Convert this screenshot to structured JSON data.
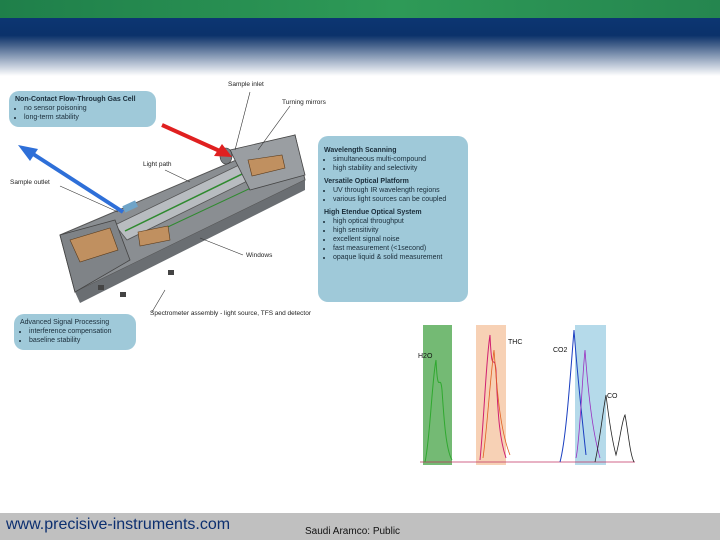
{
  "header": {
    "stripe_color": "#2e9a57",
    "band_color": "#0d3a7a"
  },
  "diagram": {
    "labels": {
      "sample_inlet": "Sample inlet",
      "turning_mirrors": "Turning mirrors",
      "light_path": "Light path",
      "sample_outlet": "Sample outlet",
      "windows": "Windows",
      "spectrometer": "Spectrometer assembly - light source, TFS and detector"
    },
    "callouts": {
      "gas_cell": {
        "title": "Non-Contact Flow-Through Gas Cell",
        "items": [
          "no sensor poisoning",
          "long-term stability"
        ]
      },
      "wavelength": {
        "title": "Wavelength Scanning",
        "items": [
          "simultaneous multi-compound",
          "high stability and selectivity"
        ]
      },
      "optical_platform": {
        "title": "Versatile Optical Platform",
        "items": [
          "UV through IR wavelength regions",
          "various light sources can be coupled"
        ]
      },
      "etendue": {
        "title": "High Etendue Optical System",
        "items": [
          "high optical throughput",
          "high sensitivity",
          "excellent signal noise",
          "fast measurement (<1second)",
          "opaque liquid & solid measurement"
        ]
      },
      "signal": {
        "title": "Advanced Signal Processing",
        "items": [
          "interference compensation",
          "baseline stability"
        ]
      }
    },
    "arrow_colors": {
      "inlet": "#e02020",
      "outlet": "#2e6fd8"
    }
  },
  "chart_data": {
    "type": "line",
    "annotations": [
      "H2O",
      "THC",
      "CO2",
      "CO"
    ],
    "bands": [
      {
        "label": "H2O",
        "color": "#5cae5c"
      },
      {
        "label": "THC",
        "color": "#f6c9a8"
      },
      {
        "label": "CO2",
        "color": "#a8d4e6"
      }
    ],
    "series_colors": [
      "#2fa82f",
      "#d02070",
      "#e06020",
      "#1a3fc0",
      "#222222",
      "#9a30c0"
    ]
  },
  "footer": {
    "url": "www.precisive-instruments.com",
    "classification": "Saudi Aramco: Public"
  }
}
